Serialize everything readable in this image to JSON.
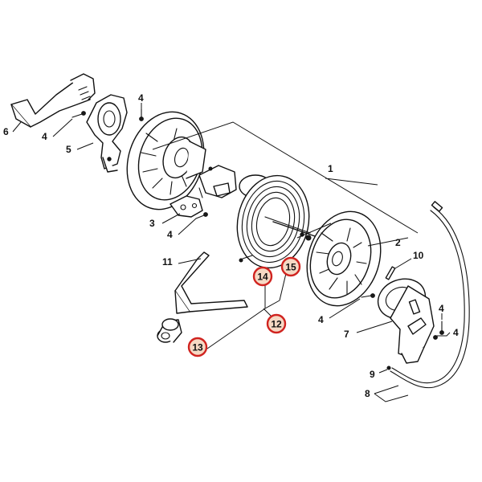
{
  "labels": {
    "l1": "1",
    "l2": "2",
    "l3": "3",
    "l4": "4",
    "l5": "5",
    "l6": "6",
    "l7": "7",
    "l8": "8",
    "l9": "9",
    "l10": "10",
    "l11": "11",
    "l12": "12",
    "l13": "13",
    "l14": "14",
    "l15": "15"
  },
  "highlighted_parts": [
    "12",
    "13",
    "14",
    "15"
  ],
  "colors": {
    "highlight_ring": "#d0231f",
    "highlight_fill": "#f6d9c4",
    "line": "#111111"
  }
}
